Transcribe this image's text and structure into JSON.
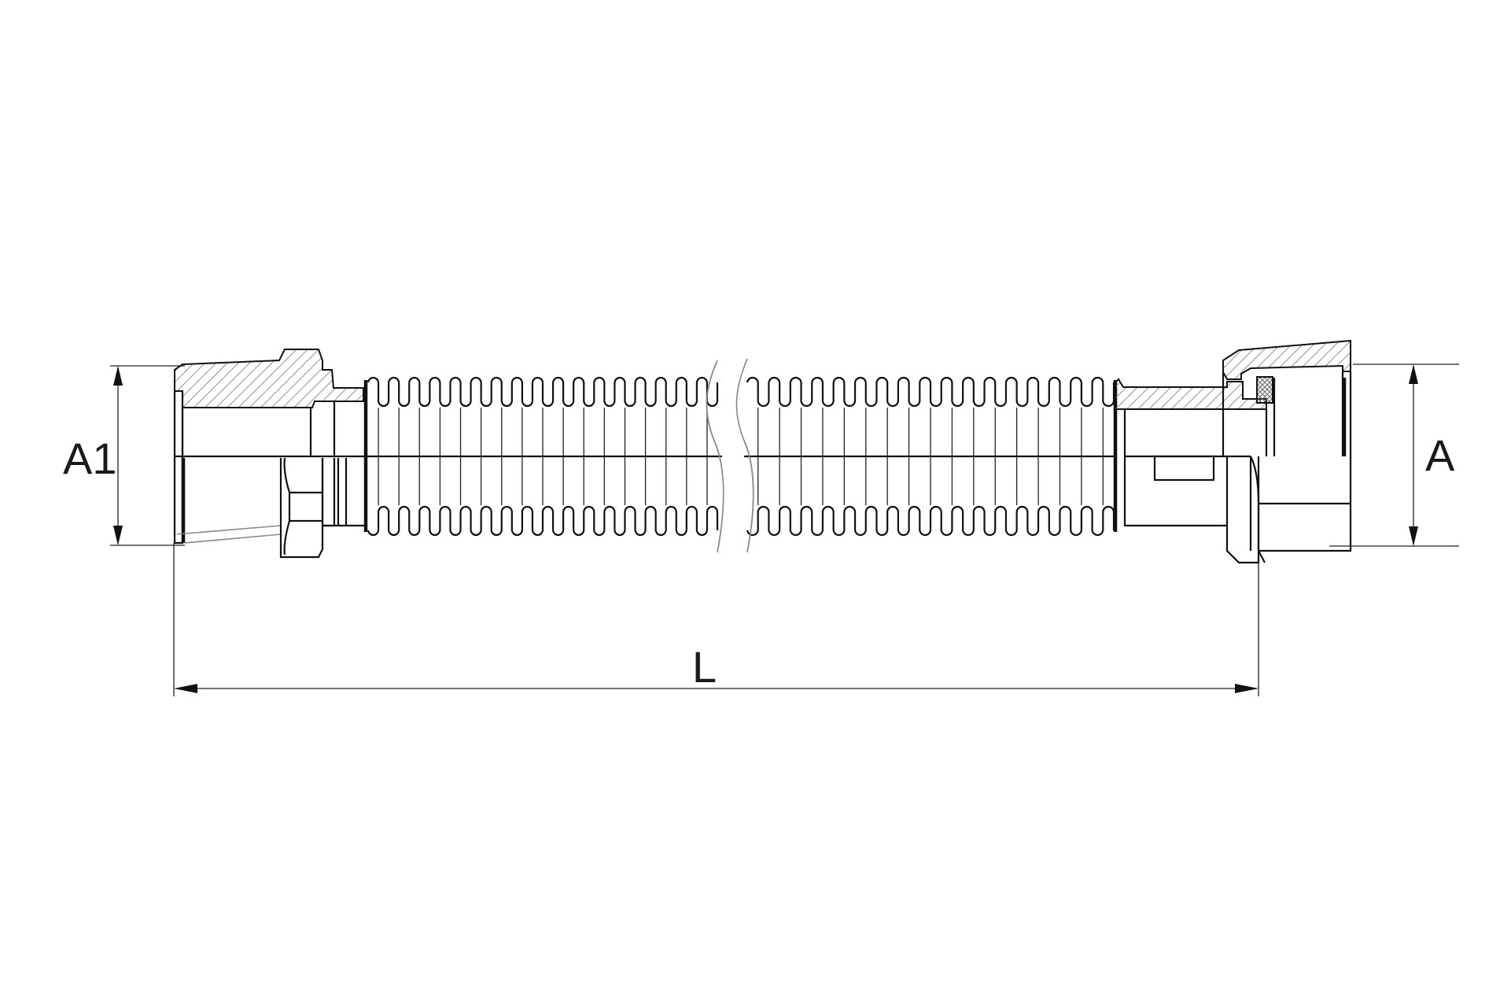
{
  "labels": {
    "a1": "A1",
    "a": "A",
    "l": "L"
  },
  "corrugation": {
    "left_ridges": 17,
    "right_ridges": 17
  },
  "colors": {
    "line": "#111111",
    "hatch": "#999999",
    "background": "#ffffff"
  }
}
